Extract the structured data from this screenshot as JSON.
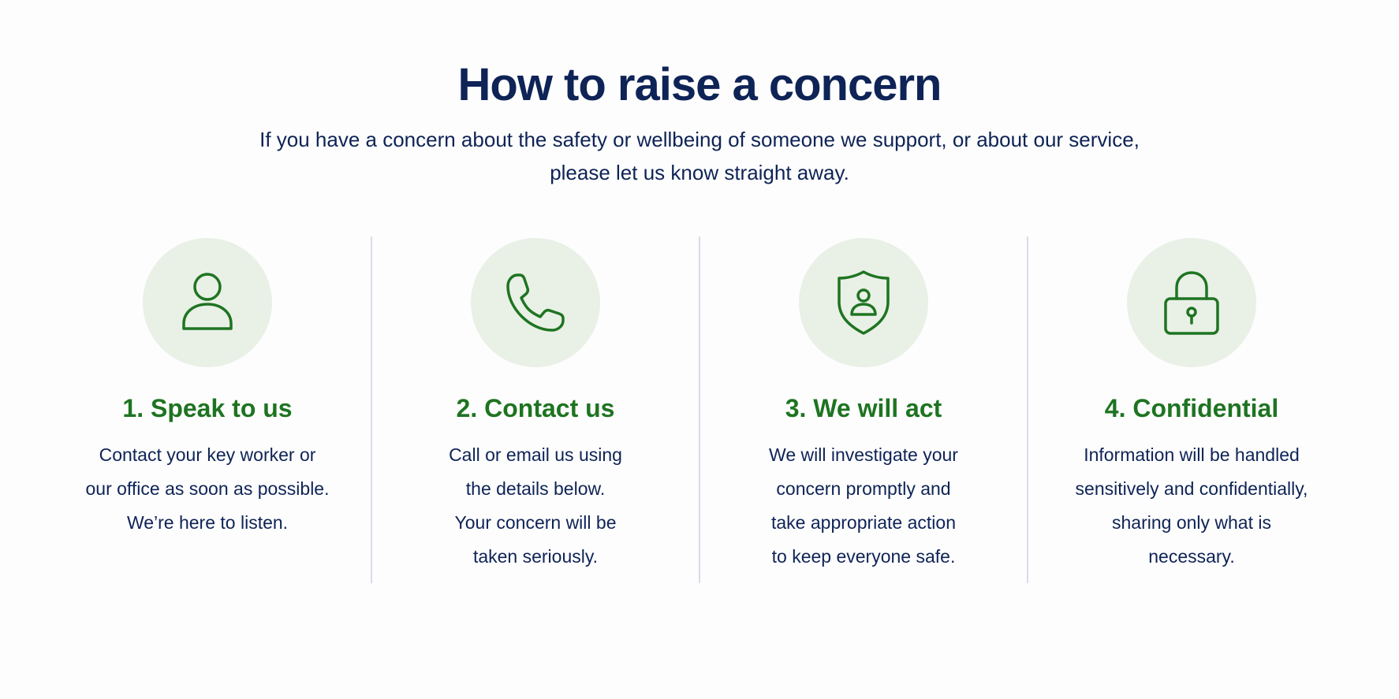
{
  "header": {
    "title": "How to raise a concern",
    "subtitle_line1": "If you have a concern about the safety or wellbeing of someone we support, or about our service,",
    "subtitle_line2": "please let us know straight away."
  },
  "steps": [
    {
      "icon": "person-icon",
      "title": "1. Speak to us",
      "lines": [
        "Contact your key worker or",
        "our office as soon as possible.",
        "We’re here to listen."
      ]
    },
    {
      "icon": "phone-icon",
      "title": "2. Contact us",
      "lines": [
        "Call or email us using",
        "the details below.",
        "Your concern will be",
        "taken seriously."
      ]
    },
    {
      "icon": "shield-person-icon",
      "title": "3. We will act",
      "lines": [
        "We will investigate your",
        "concern promptly and",
        "take appropriate action",
        "to keep everyone safe."
      ]
    },
    {
      "icon": "padlock-icon",
      "title": "4. Confidential",
      "lines": [
        "Information will be handled",
        "sensitively and confidentially,",
        "sharing only what is",
        "necessary."
      ]
    }
  ],
  "colors": {
    "navy": "#0e2356",
    "green": "#1e7421",
    "icon_circle": "#e9f0e6",
    "divider": "#d8dde6",
    "background": "#fdfdfd"
  }
}
